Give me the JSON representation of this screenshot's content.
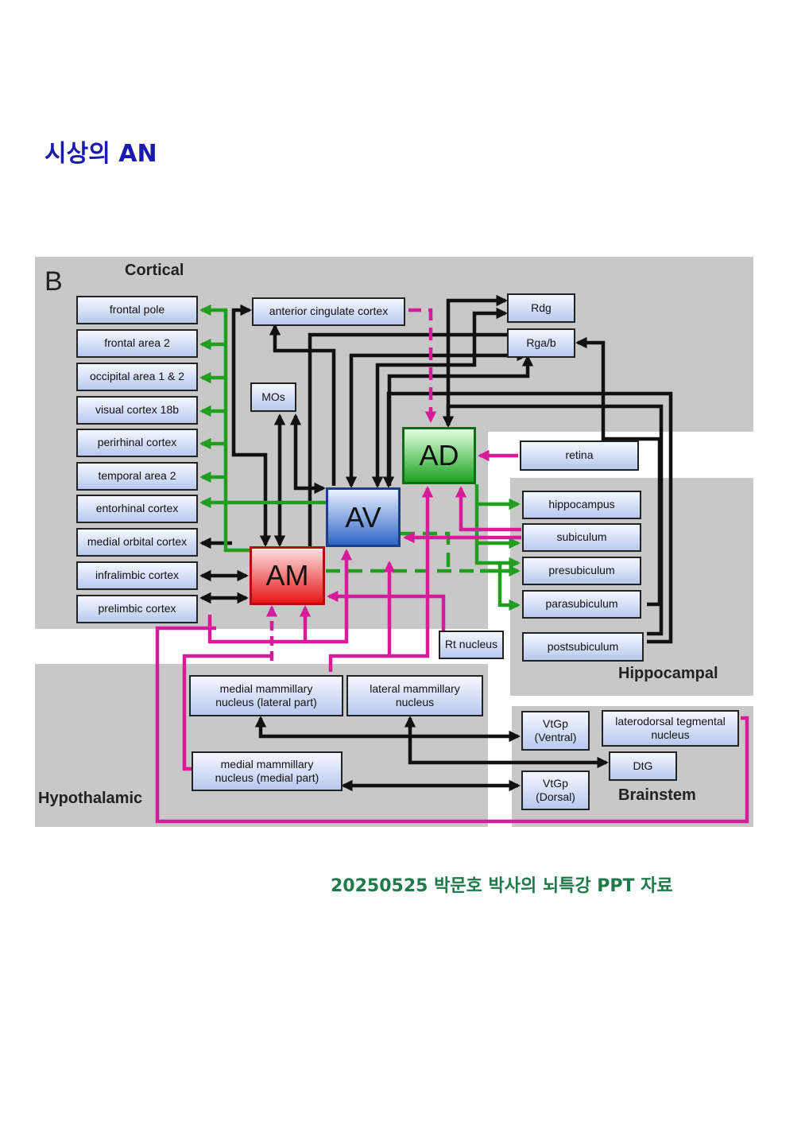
{
  "title": "시상의 AN",
  "footer": "20250525 박문호 박사의 뇌특강 PPT 자료",
  "diagram": {
    "panel_letter": "B",
    "regions": {
      "cortical": "Cortical",
      "hippocampal": "Hippocampal",
      "hypothalamic": "Hypothalamic",
      "brainstem": "Brainstem"
    },
    "nuclei": {
      "am": "AM",
      "av": "AV",
      "ad": "AD"
    },
    "cortical_boxes": [
      "frontal pole",
      "frontal area 2",
      "occipital area 1 & 2",
      "visual cortex 18b",
      "perirhinal cortex",
      "temporal area 2",
      "entorhinal cortex",
      "medial orbital cortex",
      "infralimbic cortex",
      "prelimbic cortex"
    ],
    "anterior_cingulate": "anterior cingulate cortex",
    "mos": "MOs",
    "rdg": "Rdg",
    "rga": "Rga/b",
    "retina": "retina",
    "hippocampal_boxes": [
      "hippocampus",
      "subiculum",
      "presubiculum",
      "parasubiculum"
    ],
    "postsubiculum": "postsubiculum",
    "rt_nucleus": "Rt nucleus",
    "mm_lateral": "medial mammillary\nnucleus (lateral part)",
    "lateral_mammillary": "lateral mammillary\nnucleus",
    "mm_medial": "medial mammillary\nnucleus (medial part)",
    "vtgp_ventral": "VtGp\n(Ventral)",
    "vtgp_dorsal": "VtGp\n(Dorsal)",
    "ltn": "laterodorsal tegmental\nnucleus",
    "dtg": "DtG",
    "colors": {
      "black": "#111111",
      "green": "#1f9e1f",
      "magenta": "#d81b9a",
      "panel": "#c8c8c8"
    }
  }
}
